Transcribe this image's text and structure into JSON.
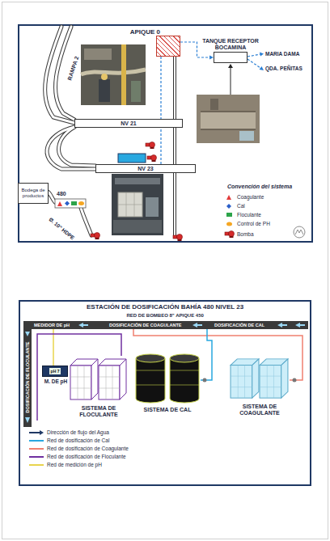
{
  "diagram": {
    "title": "ESTACIÓN DE DOSIFICACIÓN BAHÍA 480 NIVEL 23",
    "nodes": [
      {
        "text": [
          "APIQUE 0"
        ]
      },
      {
        "text": [
          "TANQUE RECEPTOR BOCAMINA"
        ]
      },
      {
        "text": [
          "NV 21"
        ]
      },
      {
        "text": [
          "NV 23"
        ]
      },
      {
        "text": [
          "Bodega de productos"
        ]
      },
      {
        "text": [
          "pH 7",
          "M. DE pH"
        ]
      },
      {
        "text": [
          "SISTEMA DE FLOCULANTE"
        ]
      },
      {
        "text": [
          "SISTEMA DE CAL"
        ]
      },
      {
        "text": [
          "SISTEMA DE COAGULANTE"
        ]
      }
    ],
    "edges": [
      {
        "from": 0,
        "to": 1,
        "arrow": "to"
      },
      {
        "from": 3,
        "to": 0,
        "arrow": "none"
      }
    ],
    "labels": [
      "MARIA DAMA",
      "QDA. PEÑITAS",
      "RAMPA 2",
      "480",
      "Ø. 10\" HDPE",
      "Convención del sistema",
      "RED DE BOMBEO 8\" APIQUE 450",
      "MEDIDOR DE pH",
      "DOSIFICACIÓN DE COAGULANTE",
      "DOSIFICACIÓN DE CAL",
      "DOSIFICACIÓN DE FLOCULANTE"
    ],
    "legend": [
      {
        "text": "Coagulante"
      },
      {
        "text": "Cal"
      },
      {
        "text": "Floculante"
      },
      {
        "text": "Control de PH"
      },
      {
        "text": "Bomba"
      },
      {
        "text": "Dirección de flujo del Agua"
      },
      {
        "text": "Red de dosificación de Cal"
      },
      {
        "text": "Red de dosificación de Coagulante"
      },
      {
        "text": "Red de dosificación de Floculante"
      },
      {
        "text": "Red de medición de pH"
      }
    ]
  }
}
